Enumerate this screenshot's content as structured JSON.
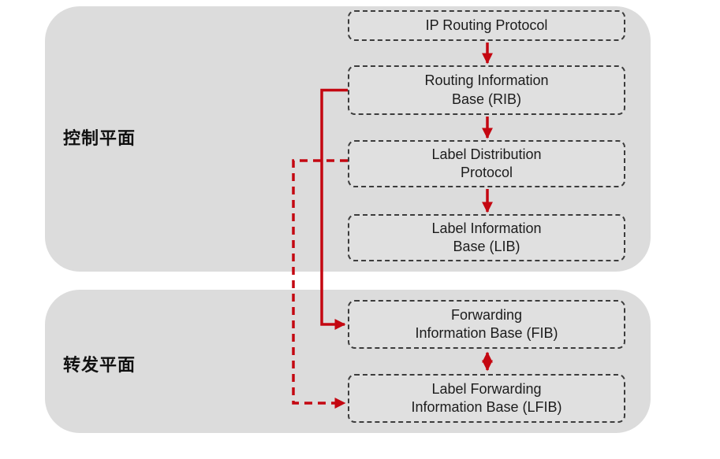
{
  "planes": {
    "control": {
      "label": "控制平面"
    },
    "forwarding": {
      "label": "转发平面"
    }
  },
  "nodes": {
    "ip": {
      "line1": "IP Routing Protocol"
    },
    "rib": {
      "line1": "Routing Information",
      "line2": "Base (RIB)"
    },
    "ldp": {
      "line1": "Label Distribution",
      "line2": "Protocol"
    },
    "lib": {
      "line1": "Label Information",
      "line2": "Base (LIB)"
    },
    "fib": {
      "line1": "Forwarding",
      "line2": "Information Base (FIB)"
    },
    "lfib": {
      "line1": "Label Forwarding",
      "line2": "Information Base (LFIB)"
    }
  },
  "edges": [
    {
      "from": "IP Routing Protocol",
      "to": "Routing Information Base (RIB)",
      "style": "solid-arrow-down"
    },
    {
      "from": "Routing Information Base (RIB)",
      "to": "Label Distribution Protocol",
      "style": "solid-arrow-down"
    },
    {
      "from": "Label Distribution Protocol",
      "to": "Label Information Base (LIB)",
      "style": "solid-arrow-down"
    },
    {
      "from": "Routing Information Base (RIB)",
      "to": "Forwarding Information Base (FIB)",
      "style": "solid-left-elbow-arrow"
    },
    {
      "from": "Label Distribution Protocol",
      "to": "Label Forwarding Information Base (LFIB)",
      "style": "dashed-left-elbow-arrow"
    },
    {
      "from": "Forwarding Information Base (FIB)",
      "to": "Label Forwarding Information Base (LFIB)",
      "style": "solid-double-headed-arrow"
    }
  ],
  "colors": {
    "accent_red": "#c40711",
    "panel_gray": "#dcdcdc",
    "node_fill": "#e0e0e0",
    "border_dark": "#3c3c3c",
    "text": "#1c1c1c"
  }
}
